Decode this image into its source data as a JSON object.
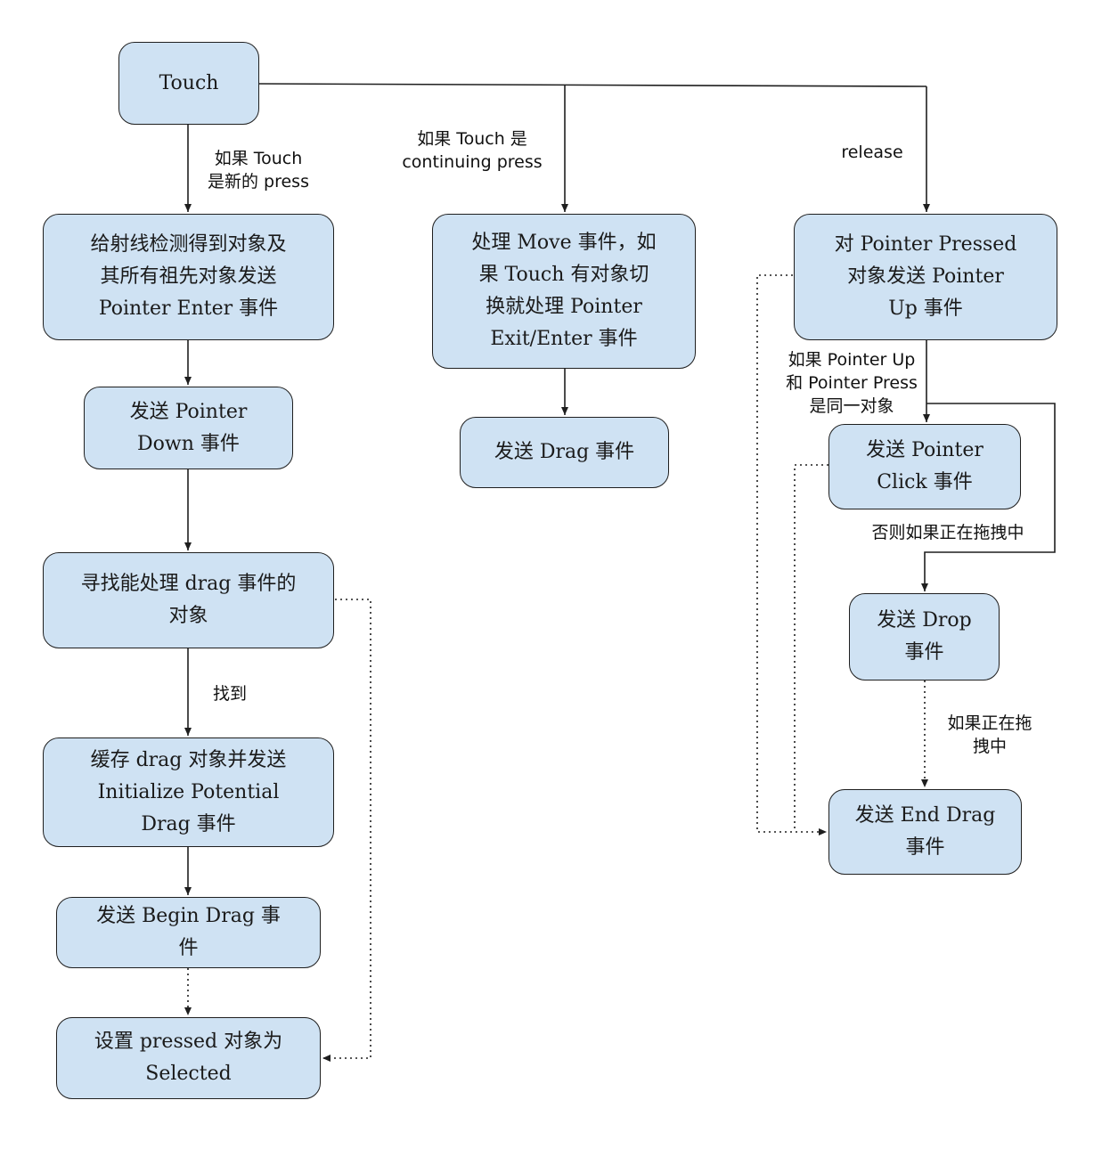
{
  "nodes": {
    "touch": "Touch",
    "raycast_enter": "给射线检测得到对象及\n其所有祖先对象发送\nPointer Enter 事件",
    "pointer_down": "发送 Pointer\nDown 事件",
    "find_drag": "寻找能处理 drag 事件的\n对象",
    "init_drag": "缓存 drag 对象并发送\nInitialize Potential\nDrag 事件",
    "begin_drag": "发送 Begin Drag 事\n件",
    "set_selected": "设置 pressed 对象为\nSelected",
    "move": "处理 Move 事件，如\n果 Touch 有对象切\n换就处理 Pointer\nExit/Enter 事件",
    "drag": "发送 Drag 事件",
    "pointer_up": "对 Pointer Pressed\n对象发送 Pointer\nUp 事件",
    "click": "发送 Pointer\nClick 事件",
    "drop": "发送 Drop\n事件",
    "end_drag": "发送 End Drag\n事件"
  },
  "edge_labels": {
    "new_press": "如果 Touch\n是新的 press",
    "continuing": "如果 Touch 是\ncontinuing press",
    "release": "release",
    "found": "找到",
    "same_object": "如果 Pointer Up\n和 Pointer Press\n是同一对象",
    "else_dragging": "否则如果正在拖拽中",
    "if_dragging": "如果正在拖\n拽中"
  },
  "colors": {
    "node_fill": "#cfe2f3",
    "stroke": "#1f1f1f"
  }
}
